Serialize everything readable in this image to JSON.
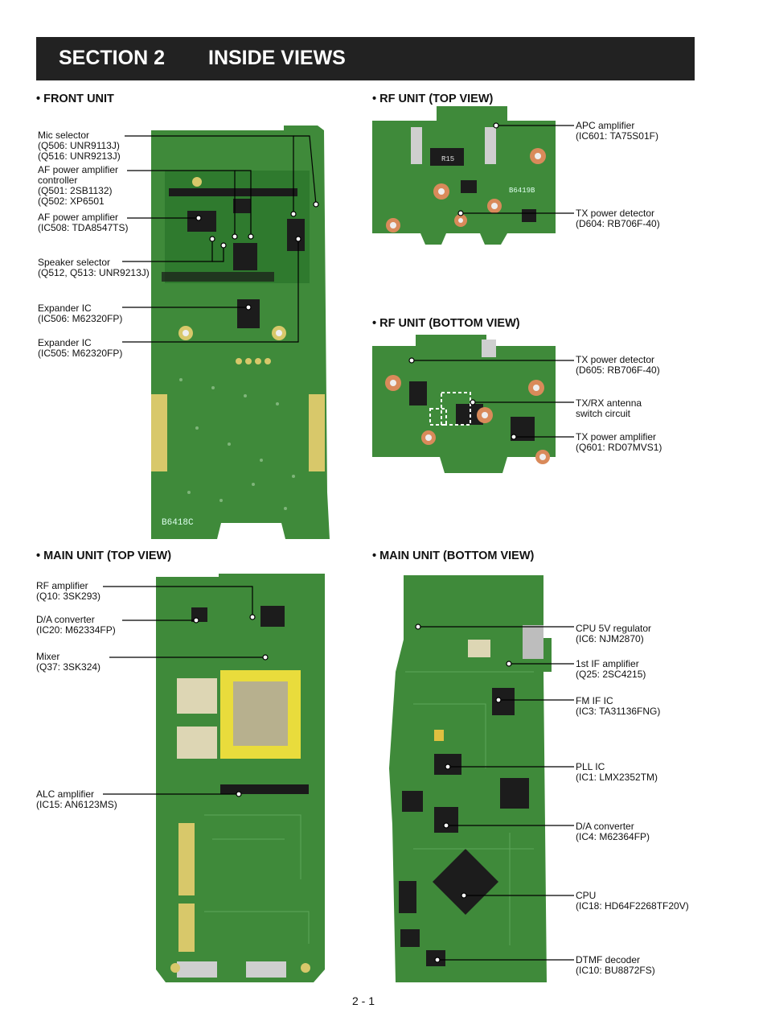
{
  "header": {
    "section": "SECTION 2",
    "title": "INSIDE VIEWS"
  },
  "sections": {
    "front": {
      "heading": "• FRONT UNIT",
      "board_marking": "B6418C",
      "callouts": [
        {
          "name": "Mic selector",
          "lines": [
            "Mic selector",
            "(Q506: UNR9113J)",
            "(Q516: UNR9213J)"
          ]
        },
        {
          "name": "AF power amplifier controller",
          "lines": [
            "AF power amplifier",
            "controller",
            "(Q501: 2SB1132)",
            "(Q502: XP6501"
          ]
        },
        {
          "name": "AF power amplifier",
          "lines": [
            "AF power amplifier",
            "(IC508: TDA8547TS)"
          ]
        },
        {
          "name": "Speaker selector",
          "lines": [
            "Speaker selector",
            "(Q512, Q513: UNR9213J)"
          ]
        },
        {
          "name": "Expander IC 506",
          "lines": [
            "Expander IC",
            "(IC506: M62320FP)"
          ]
        },
        {
          "name": "Expander IC 505",
          "lines": [
            "Expander IC",
            "(IC505: M62320FP)"
          ]
        }
      ]
    },
    "rf_top": {
      "heading": "• RF UNIT (TOP VIEW)",
      "board_marking": "B6419B",
      "callouts": [
        {
          "name": "APC amplifier",
          "lines": [
            "APC amplifier",
            "(IC601: TA75S01F)"
          ]
        },
        {
          "name": "TX power detector 604",
          "lines": [
            "TX power detector",
            "(D604: RB706F-40)"
          ]
        }
      ]
    },
    "rf_bottom": {
      "heading": "• RF UNIT (BOTTOM VIEW)",
      "callouts": [
        {
          "name": "TX power detector 605",
          "lines": [
            "TX power detector",
            "(D605: RB706F-40)"
          ]
        },
        {
          "name": "TX/RX antenna switch circuit",
          "lines": [
            "TX/RX antenna",
            "switch circuit"
          ]
        },
        {
          "name": "TX power amplifier",
          "lines": [
            "TX power amplifier",
            "(Q601: RD07MVS1)"
          ]
        }
      ]
    },
    "main_top": {
      "heading": "• MAIN UNIT (TOP VIEW)",
      "callouts": [
        {
          "name": "RF amplifier",
          "lines": [
            "RF amplifier",
            "(Q10: 3SK293)"
          ]
        },
        {
          "name": "D/A converter 20",
          "lines": [
            "D/A converter",
            "(IC20: M62334FP)"
          ]
        },
        {
          "name": "Mixer",
          "lines": [
            "Mixer",
            "(Q37: 3SK324)"
          ]
        },
        {
          "name": "ALC amplifier",
          "lines": [
            "ALC amplifier",
            "(IC15: AN6123MS)"
          ]
        }
      ]
    },
    "main_bottom": {
      "heading": "• MAIN UNIT (BOTTOM VIEW)",
      "callouts": [
        {
          "name": "CPU 5V regulator",
          "lines": [
            "CPU 5V regulator",
            "(IC6: NJM2870)"
          ]
        },
        {
          "name": "1st IF amplifier",
          "lines": [
            "1st IF amplifier",
            "(Q25: 2SC4215)"
          ]
        },
        {
          "name": "FM IF IC",
          "lines": [
            "FM IF IC",
            "(IC3: TA31136FNG)"
          ]
        },
        {
          "name": "PLL IC",
          "lines": [
            "PLL IC",
            "(IC1: LMX2352TM)"
          ]
        },
        {
          "name": "D/A converter 4",
          "lines": [
            "D/A converter",
            "(IC4: M62364FP)"
          ]
        },
        {
          "name": "CPU",
          "lines": [
            "CPU",
            "(IC18: HD64F2268TF20V)"
          ]
        },
        {
          "name": "DTMF decoder",
          "lines": [
            "DTMF decoder",
            "(IC10: BU8872FS)"
          ]
        }
      ]
    }
  },
  "page_number": "2 - 1",
  "colors": {
    "header_bg": "#222222",
    "pcb_green": "#3f8a3a",
    "pcb_dark": "#2c6e2a",
    "gold": "#d8c86a",
    "chip": "#1c1c1c"
  }
}
